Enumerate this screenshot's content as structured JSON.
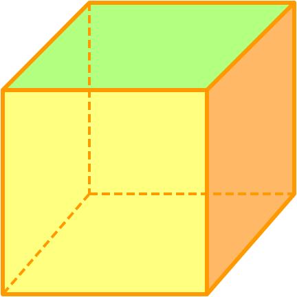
{
  "figure": {
    "shape": "cube",
    "view": "oblique",
    "colors": {
      "edge": "#ff9900",
      "front_face": "#ffff80",
      "top_face": "#b3ff80",
      "right_face": "#ffb866",
      "background": "#ffffff"
    },
    "faces": [
      {
        "id": "front",
        "name": "front-face"
      },
      {
        "id": "top",
        "name": "top-face"
      },
      {
        "id": "right",
        "name": "right-face"
      }
    ],
    "hidden_edges_dashed": true
  }
}
